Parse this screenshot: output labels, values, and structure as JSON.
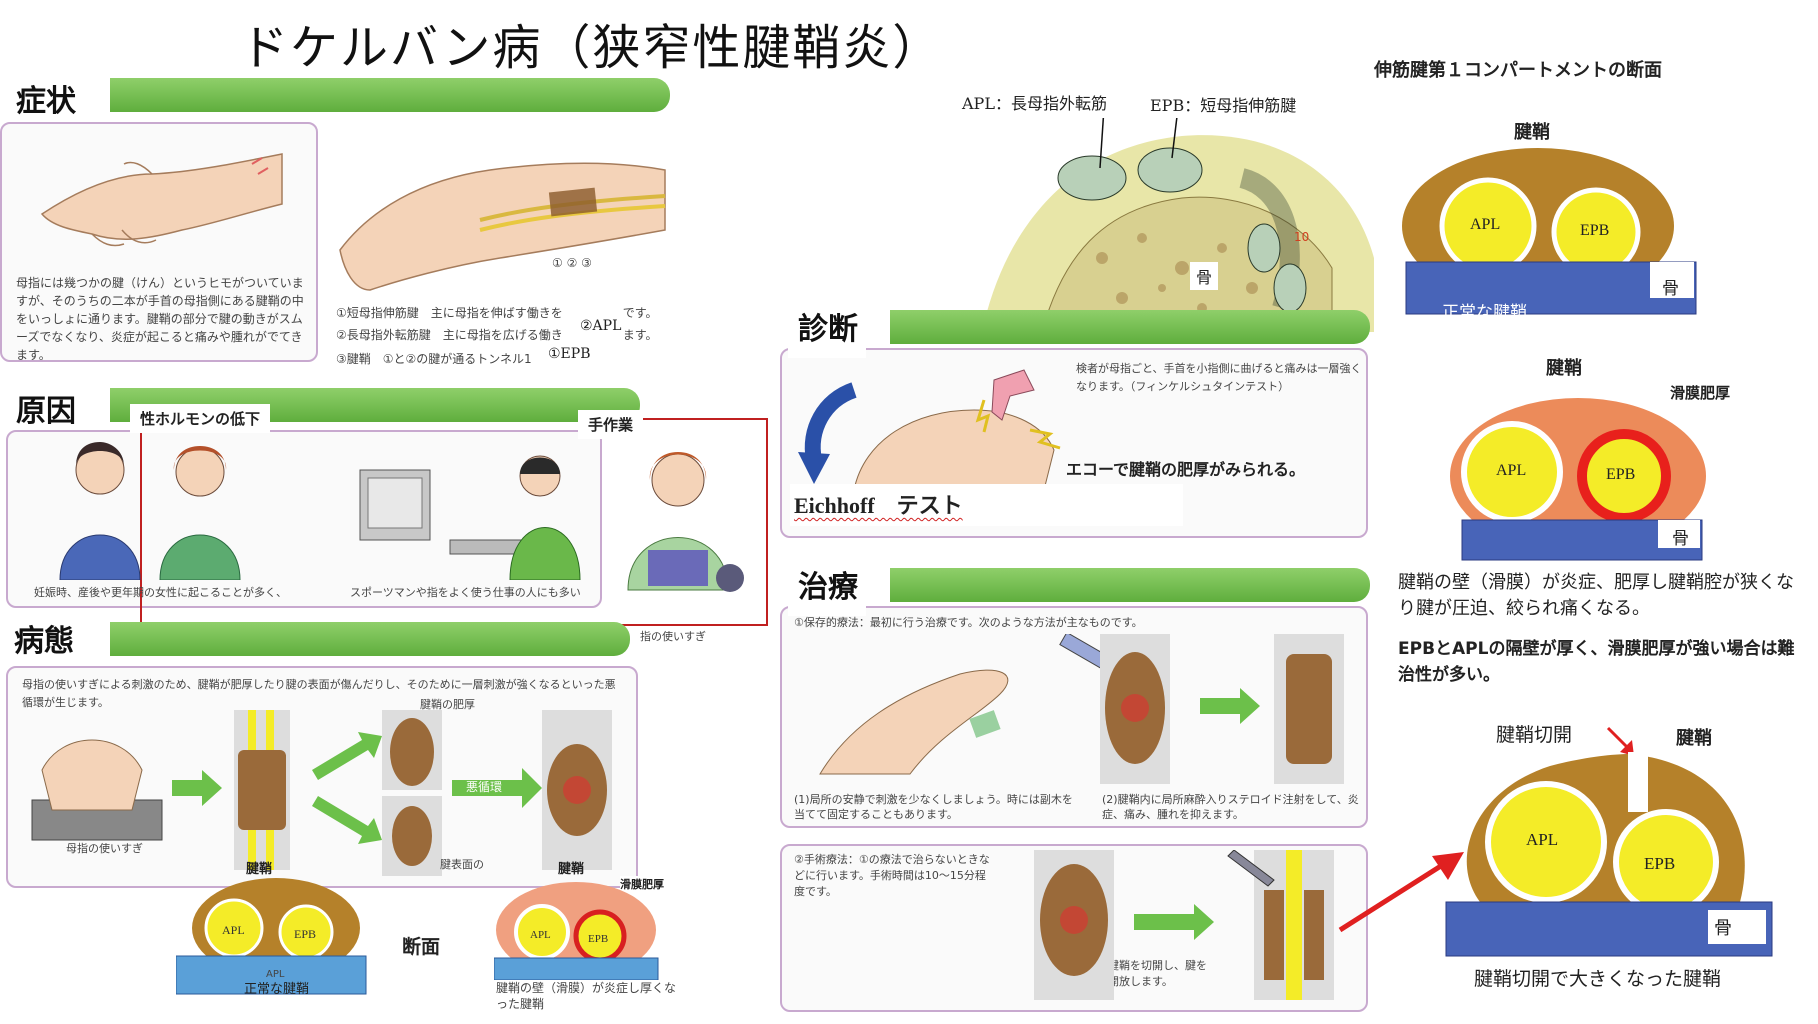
{
  "title": "ドケルバン病（狭窄性腱鞘炎）",
  "sections": {
    "symptom": {
      "heading": "症状",
      "text": "母指には幾つかの腱（けん）というヒモがついていますが、そのうちの二本が手首の母指側にある腱鞘の中をいっしょに通ります。腱鞘の部分で腱の動きがスムーズでなくなり、炎症が起こると痛みや腫れがでてきます。",
      "tendon_numbers": "① ② ③",
      "legend_1": "①短母指伸筋腱　主に母指を伸ばす働きを　　　　　です。",
      "legend_2": "②長母指外転筋腱　主に母指を広げる働き　　　　　ます。",
      "legend_3": "③腱鞘　①と②の腱が通るトンネル1",
      "apl_overlay": "②APL",
      "epb_overlay": "①EPB"
    },
    "cause": {
      "heading": "原因",
      "label_hormone": "性ホルモンの低下",
      "label_handwork": "手作業",
      "caption_women": "妊娠時、産後や更年期の女性に起こることが多く、",
      "caption_work": "スポーツマンや指をよく使う仕事の人にも多い",
      "caption_overuse": "指の使いすぎ"
    },
    "pathology": {
      "heading": "病態",
      "text": "母指の使いすぎによる刺激のため、腱鞘が肥厚したり腱の表面が傷んだりし、そのために一層刺激が強くなるといった悪循環が生じます。",
      "label_thickening": "腱鞘の肥厚",
      "label_vicious": "悪循環",
      "label_surface": "腱表面の",
      "label_overuse": "母指の使いすぎ",
      "label_sheath": "腱鞘",
      "label_sheath2": "腱鞘",
      "label_section": "断面",
      "label_normal": "正常な腱鞘",
      "label_apl_small": "APL",
      "label_synovial": "滑膜肥厚",
      "caption_wall": "腱鞘の壁（滑膜）が炎症し厚くなった腱鞘"
    },
    "diagnosis": {
      "heading": "診断",
      "text": "検者が母指ごと、手首を小指側に曲げると痛みは一層強くなります。（フィンケルシュタインテスト）",
      "echo": "エコーで腱鞘の肥厚がみられる。",
      "test_name": "Eichhoff　テスト"
    },
    "treatment": {
      "heading": "治療",
      "conservative": "①保存的療法：最初に行う治療です。次のような方法が主なものです。",
      "rest": "(1)局所の安静で刺激を少なくしましょう。時には副木を当てて固定することもあります。",
      "steroid": "(2)腱鞘内に局所麻酔入りステロイド注射をして、炎症、痛み、腫れを抑えます。",
      "surgery": "②手術療法：①の療法で治らないときなどに行います。手術時間は10〜15分程度です。",
      "cut": "腱鞘を切開し、腱を開放します。"
    }
  },
  "cross_section": {
    "apl_label": "APL：長母指外転筋",
    "epb_label": "EPB：短母指伸筋腱",
    "bone": "骨",
    "num10": "10"
  },
  "right_column": {
    "heading": "伸筋腱第１コンパートメントの断面",
    "normal": {
      "sheath": "腱鞘",
      "apl": "APL",
      "epb": "EPB",
      "bone": "骨",
      "caption": "正常な腱鞘"
    },
    "inflamed": {
      "sheath": "腱鞘",
      "synovial": "滑膜肥厚",
      "apl": "APL",
      "epb": "EPB",
      "bone": "骨"
    },
    "explain_1": "腱鞘の壁（滑膜）が炎症、肥厚し腱鞘腔が狭くなり腱が圧迫、絞られ痛くなる。",
    "explain_2": "EPBとAPLの隔壁が厚く、滑膜肥厚が強い場合は難治性が多い。",
    "released": {
      "cut_label": "腱鞘切開",
      "sheath": "腱鞘",
      "apl": "APL",
      "epb": "EPB",
      "bone": "骨",
      "caption": "腱鞘切開で大きくなった腱鞘"
    }
  },
  "colors": {
    "green_bar": "#6cba48",
    "sheath_brown": "#b5812a",
    "tendon_yellow": "#f4ec28",
    "bone_blue": "#4864b8",
    "inflamed_orange": "#ec8b5a",
    "inflamed_red": "#e8201c",
    "panel_border": "#c8a9cf",
    "arrow_red": "#e02020"
  }
}
